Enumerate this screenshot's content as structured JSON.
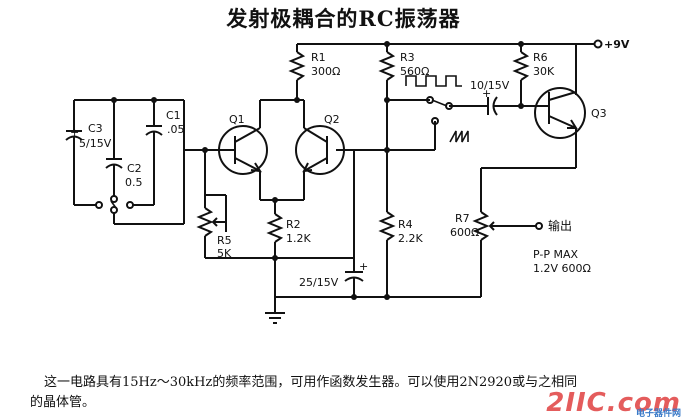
{
  "title": "发射极耦合的RC振荡器",
  "supply": "+9V",
  "labels": {
    "c3": "C3",
    "c3_value": "5/15V",
    "c1": "C1",
    "c1_value": ".05",
    "c2": "C2",
    "c2_value": "0.5",
    "r1": "R1",
    "r1_value": "300Ω",
    "r2": "R2",
    "r2_value": "1.2K",
    "r3": "R3",
    "r3_value": "560Ω",
    "r4": "R4",
    "r4_value": "2.2K",
    "r5": "R5",
    "r5_value": "5K",
    "r6": "R6",
    "r6_value": "30K",
    "r7": "R7",
    "r7_value": "600Ω",
    "q1": "Q1",
    "q2": "Q2",
    "q3": "Q3",
    "coupling_cap": "10/15V",
    "emitter_cap": "25/15V",
    "output": "输出",
    "pp_line1": "P-P MAX",
    "pp_line2": "1.2V 600Ω"
  },
  "caption": {
    "line1": "这一电路具有15Hz～30kHz的频率范围，可用作函数发生器。可以使用2N2920或与之相同",
    "line2": "的晶体管。"
  },
  "watermark": {
    "text": "2IIC.com",
    "sub": "电子器件网"
  }
}
